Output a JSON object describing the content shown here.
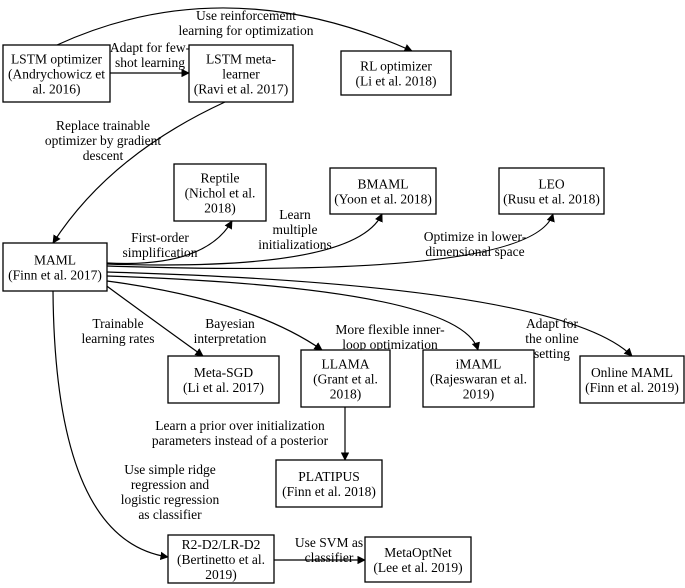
{
  "nodes": [
    {
      "id": "lstm_opt",
      "lines": [
        "LSTM optimizer",
        "(Andrychowicz et",
        "al. 2016)"
      ]
    },
    {
      "id": "lstm_meta",
      "lines": [
        "LSTM meta-",
        "learner",
        "(Ravi et al. 2017)"
      ]
    },
    {
      "id": "rl_opt",
      "lines": [
        "RL optimizer",
        "(Li et al. 2018)"
      ]
    },
    {
      "id": "reptile",
      "lines": [
        "Reptile",
        "(Nichol et al.",
        "2018)"
      ]
    },
    {
      "id": "bmaml",
      "lines": [
        "BMAML",
        "(Yoon et al. 2018)"
      ]
    },
    {
      "id": "leo",
      "lines": [
        "LEO",
        "(Rusu et al. 2018)"
      ]
    },
    {
      "id": "maml",
      "lines": [
        "MAML",
        "(Finn et al. 2017)"
      ]
    },
    {
      "id": "meta_sgd",
      "lines": [
        "Meta-SGD",
        "(Li et al. 2017)"
      ]
    },
    {
      "id": "llama",
      "lines": [
        "LLAMA",
        "(Grant et al.",
        "2018)"
      ]
    },
    {
      "id": "imaml",
      "lines": [
        "iMAML",
        "(Rajeswaran et al.",
        "2019)"
      ]
    },
    {
      "id": "online_maml",
      "lines": [
        "Online MAML",
        "(Finn et al. 2019)"
      ]
    },
    {
      "id": "platipus",
      "lines": [
        "PLATIPUS",
        "(Finn et al. 2018)"
      ]
    },
    {
      "id": "r2d2",
      "lines": [
        "R2-D2/LR-D2",
        "(Bertinetto et al.",
        "2019)"
      ]
    },
    {
      "id": "metaoptnet",
      "lines": [
        "MetaOptNet",
        "(Lee et al. 2019)"
      ]
    }
  ],
  "edges": [
    {
      "id": "e_rl",
      "from": "lstm_opt",
      "to": "rl_opt",
      "label": [
        "Use reinforcement",
        "learning for optimization"
      ]
    },
    {
      "id": "e_fewshot",
      "from": "lstm_opt",
      "to": "lstm_meta",
      "label": [
        "Adapt for few-",
        "shot learning"
      ]
    },
    {
      "id": "e_gd",
      "from": "lstm_meta",
      "to": "maml",
      "label": [
        "Replace trainable",
        "optimizer by gradient",
        "descent"
      ]
    },
    {
      "id": "e_reptile",
      "from": "maml",
      "to": "reptile",
      "label": [
        "First-order",
        "simplification"
      ]
    },
    {
      "id": "e_bmaml",
      "from": "maml",
      "to": "bmaml",
      "label": [
        "Learn",
        "multiple",
        "initializations"
      ]
    },
    {
      "id": "e_leo",
      "from": "maml",
      "to": "leo",
      "label": [
        "Optimize in lower-",
        "dimensional space"
      ]
    },
    {
      "id": "e_metasgd",
      "from": "maml",
      "to": "meta_sgd",
      "label": [
        "Trainable",
        "learning rates"
      ]
    },
    {
      "id": "e_llama",
      "from": "maml",
      "to": "llama",
      "label": [
        "Bayesian",
        "interpretation"
      ]
    },
    {
      "id": "e_imaml",
      "from": "maml",
      "to": "imaml",
      "label": [
        "More flexible inner-",
        "loop optimization"
      ]
    },
    {
      "id": "e_online",
      "from": "maml",
      "to": "online_maml",
      "label": [
        "Adapt for",
        "the online",
        "setting"
      ]
    },
    {
      "id": "e_r2d2",
      "from": "maml",
      "to": "r2d2",
      "label": [
        "Use simple ridge",
        "regression and",
        "logistic regression",
        "as classifier"
      ]
    },
    {
      "id": "e_platipus",
      "from": "llama",
      "to": "platipus",
      "label": [
        "Learn a prior over initialization",
        "parameters instead of a posterior"
      ]
    },
    {
      "id": "e_metaoptnet",
      "from": "r2d2",
      "to": "metaoptnet",
      "label": [
        "Use SVM as",
        "classifier"
      ]
    }
  ]
}
